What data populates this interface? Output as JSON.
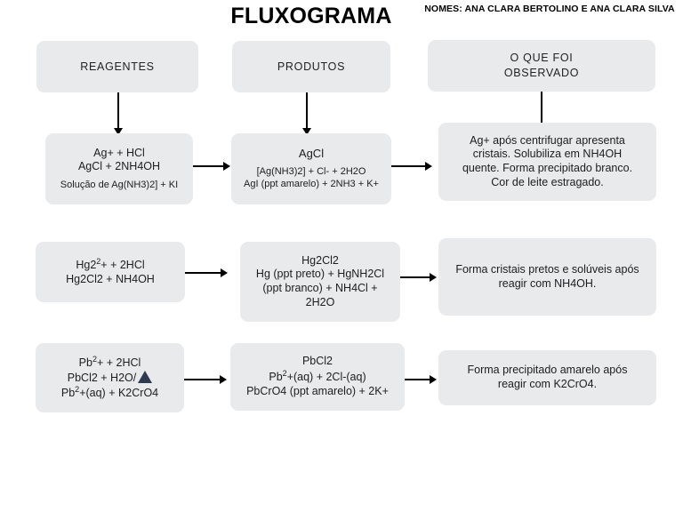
{
  "header": {
    "title": "FLUXOGRAMA",
    "names": "NOMES: ANA CLARA BERTOLINO E ANA CLARA SILVA"
  },
  "colors": {
    "box_fill": "#e9eaec",
    "page_background": "#ffffff",
    "text": "#1d1d1f",
    "connector": "#000000",
    "heat_triangle": "#2d3a51"
  },
  "columns": [
    {
      "label": "REAGENTES"
    },
    {
      "label": "PRODUTOS"
    },
    {
      "label_line1": "O QUE FOI",
      "label_line2": "OBSERVADO"
    }
  ],
  "rows": [
    {
      "reagents": {
        "line1": "Ag+ + HCl",
        "line2": "AgCl + 2NH4OH",
        "line3": "Solução de Ag(NH3)2] + KI"
      },
      "products": {
        "line1": "AgCl",
        "line2": "[Ag(NH3)2] + Cl- + 2H2O",
        "line3": "AgI (ppt amarelo) + 2NH3 + K+"
      },
      "observation": {
        "line1": "Ag+ após centrifugar apresenta",
        "line2": "cristais. Solubiliza em NH4OH",
        "line3": "quente. Forma precipitado branco.",
        "line4": "Cor de leite estragado."
      }
    },
    {
      "reagents": {
        "line1_pre": "Hg2",
        "line1_sup": "2",
        "line1_post": "+ + 2HCl",
        "line2": "Hg2Cl2 + NH4OH"
      },
      "products": {
        "line1": "Hg2Cl2",
        "line2": "Hg (ppt preto) + HgNH2Cl",
        "line3": "(ppt branco) + NH4Cl +",
        "line4": "2H2O"
      },
      "observation": {
        "line1": "Forma cristais pretos e solúveis após",
        "line2": "reagir com NH4OH."
      }
    },
    {
      "reagents": {
        "line1_pre": "Pb",
        "line1_sup": "2",
        "line1_post": "+ + 2HCl",
        "line2_pre": "PbCl2 + H2O/",
        "line2_icon": "heat-triangle-icon",
        "line3_pre": "Pb",
        "line3_sup": "2",
        "line3_post": "+(aq) + K2CrO4"
      },
      "products": {
        "line1": "PbCl2",
        "line2_pre": "Pb",
        "line2_sup": "2",
        "line2_post": "+(aq) + 2Cl-(aq)",
        "line3": "PbCrO4 (ppt amarelo) + 2K+"
      },
      "observation": {
        "line1": "Forma precipitado amarelo após",
        "line2": "reagir com K2CrO4."
      }
    }
  ]
}
